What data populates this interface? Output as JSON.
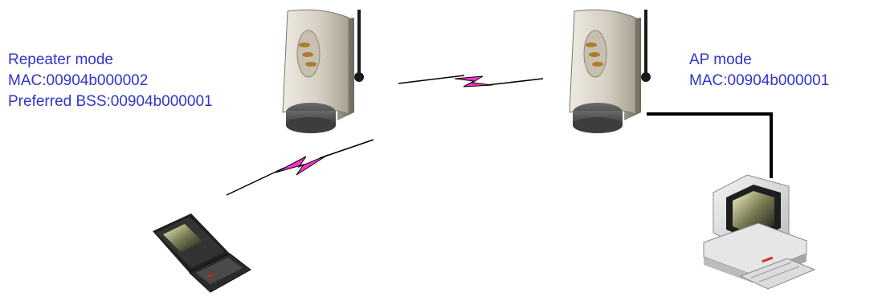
{
  "repeater": {
    "mode": "Repeater mode",
    "mac": "MAC:00904b000002",
    "preferred_bss": "Preferred BSS:00904b000001"
  },
  "ap": {
    "mode": "AP mode",
    "mac": "MAC:00904b000001"
  },
  "colors": {
    "label_text": "#3333cc",
    "wireless_bolt": "#ff33cc",
    "wired_link": "#000000",
    "device_body": "#d9d4c7"
  },
  "icons": {
    "repeater_device": "access-point-icon",
    "ap_device": "access-point-icon",
    "laptop": "laptop-icon",
    "desktop": "desktop-computer-icon"
  }
}
